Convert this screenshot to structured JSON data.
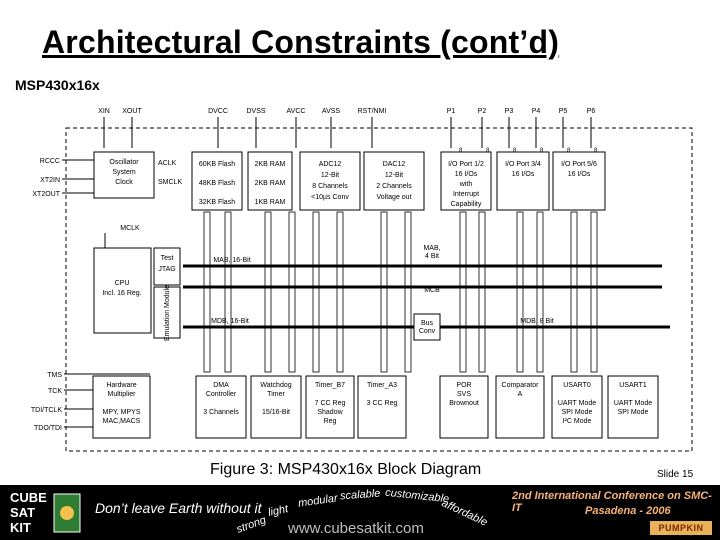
{
  "slide": {
    "title": "Architectural Constraints (cont’d)",
    "subtitle": "MSP430x16x",
    "caption": "Figure 3: MSP430x16x Block Diagram",
    "slide_number": "Slide 15"
  },
  "diagram": {
    "top_pins": [
      "XIN",
      "XOUT",
      "DVCC",
      "DVSS",
      "AVCC",
      "AVSS",
      "RST/NMI",
      "P1",
      "P2",
      "P3",
      "P4",
      "P5",
      "P6"
    ],
    "bus_width_marks": [
      "8",
      "8",
      "8",
      "8",
      "8",
      "8"
    ],
    "left_pins": [
      "RCCC",
      "XT2IN",
      "XT2OUT"
    ],
    "bottom_left_pins": [
      "TMS",
      "TCK",
      "TDI/TCLK",
      "TDO/TDI"
    ],
    "mclk_label": "MCLK",
    "oscillator": [
      "Oscillator",
      "System",
      "Clock"
    ],
    "clock_outputs": [
      "ACLK",
      "SMCLK"
    ],
    "flash": [
      "60KB Flash",
      "48KB Flash",
      "32KB Flash"
    ],
    "ram": [
      "2KB RAM",
      "2KB RAM",
      "1KB RAM"
    ],
    "adc": [
      "ADC12",
      "12-Bit",
      "8 Channels",
      "<10µs Conv"
    ],
    "dac": [
      "DAC12",
      "12-Bit",
      "2 Channels",
      "Voltage out"
    ],
    "io12": [
      "I/O Port 1/2",
      "16 I/Os",
      "with",
      "Interrupt",
      "Capability"
    ],
    "io34": [
      "I/O Port 3/4",
      "16 I/Os"
    ],
    "io56": [
      "I/O Port 5/6",
      "16 I/Os"
    ],
    "cpu": [
      "CPU",
      "Incl. 16 Reg."
    ],
    "test": [
      "Test",
      "JTAG"
    ],
    "emulation": "Emulation Module",
    "mab": "MAB, 16-Bit",
    "mab4": [
      "MAB,",
      "4 Bit"
    ],
    "mcb": "MCB",
    "mdb16": "MDB, 16-Bit",
    "mdb8": "MDB, 8 Bit",
    "busconv": [
      "Bus",
      "Conv"
    ],
    "bottom_blocks": [
      [
        "Hardware",
        "Multiplier",
        "",
        "MPY, MPYS",
        "MAC,MACS"
      ],
      [
        "DMA",
        "Controller",
        "",
        "3 Channels"
      ],
      [
        "Watchdog",
        "Timer",
        "",
        "15/16-Bit"
      ],
      [
        "Timer_B7",
        "",
        "7 CC Reg",
        "Shadow",
        "Reg"
      ],
      [
        "Timer_A3",
        "",
        "3 CC Reg"
      ],
      [
        "POR",
        "SVS",
        "Brownout"
      ],
      [
        "Comparator",
        "A"
      ],
      [
        "USART0",
        "",
        "UART Mode",
        "SPI Mode",
        "I²C Mode"
      ],
      [
        "USART1",
        "",
        "UART Mode",
        "SPI Mode"
      ]
    ]
  },
  "footer": {
    "logo": [
      "CUBE",
      "SAT",
      "KIT"
    ],
    "slogan": "Don’t leave Earth without it",
    "marketing_words": [
      "modular",
      "scalable",
      "customizable",
      "light",
      "affordable",
      "strong"
    ],
    "url": "www.cubesatkit.com",
    "conference_line1": "2nd International Conference on SMC-IT",
    "conference_line2": "Pasadena - 2006",
    "brand": "PUMPKIN"
  }
}
